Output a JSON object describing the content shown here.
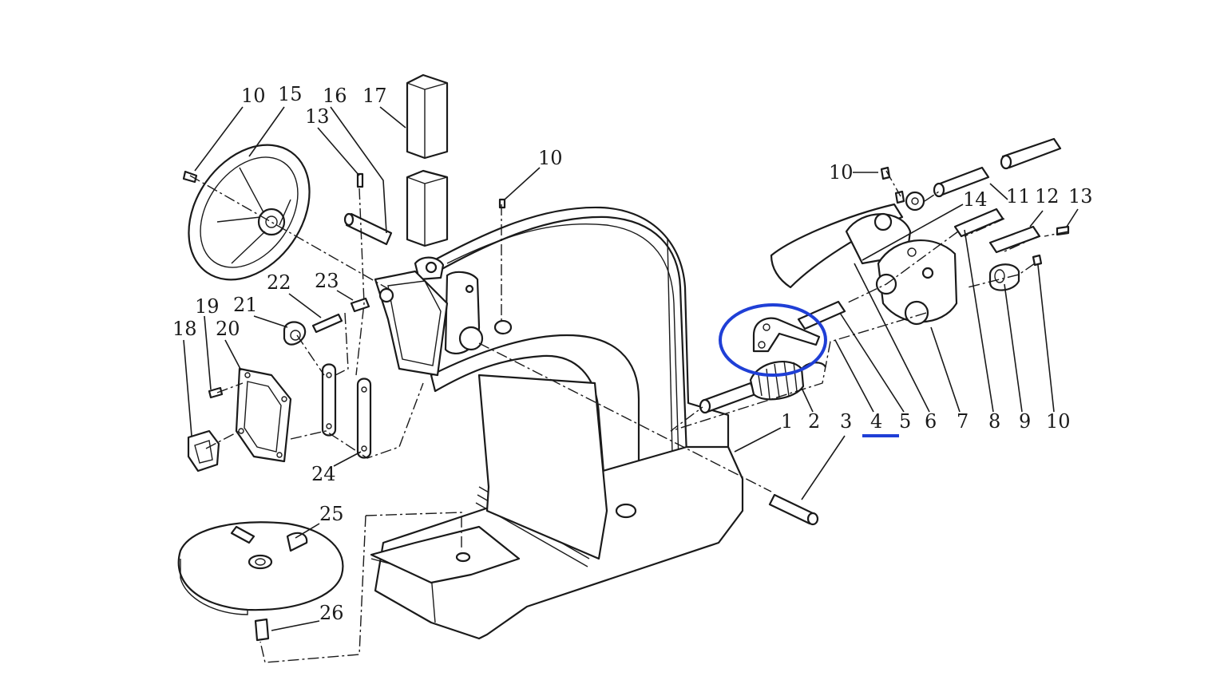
{
  "colors": {
    "ink": "#1a1a1a",
    "highlight": "#1f3fd6",
    "background": "#ffffff"
  },
  "callouts": {
    "left": [
      "10",
      "15",
      "16",
      "17",
      "13",
      "10",
      "22",
      "23",
      "19",
      "21",
      "18",
      "20",
      "24",
      "25",
      "26"
    ],
    "right_top": [
      "10",
      "14",
      "11",
      "12",
      "13"
    ],
    "bottom_row": [
      "1",
      "2",
      "3",
      "4",
      "5",
      "6",
      "7",
      "8",
      "9",
      "10"
    ]
  },
  "highlight": {
    "part_label": "4",
    "shape": "ellipse",
    "underline": true
  }
}
